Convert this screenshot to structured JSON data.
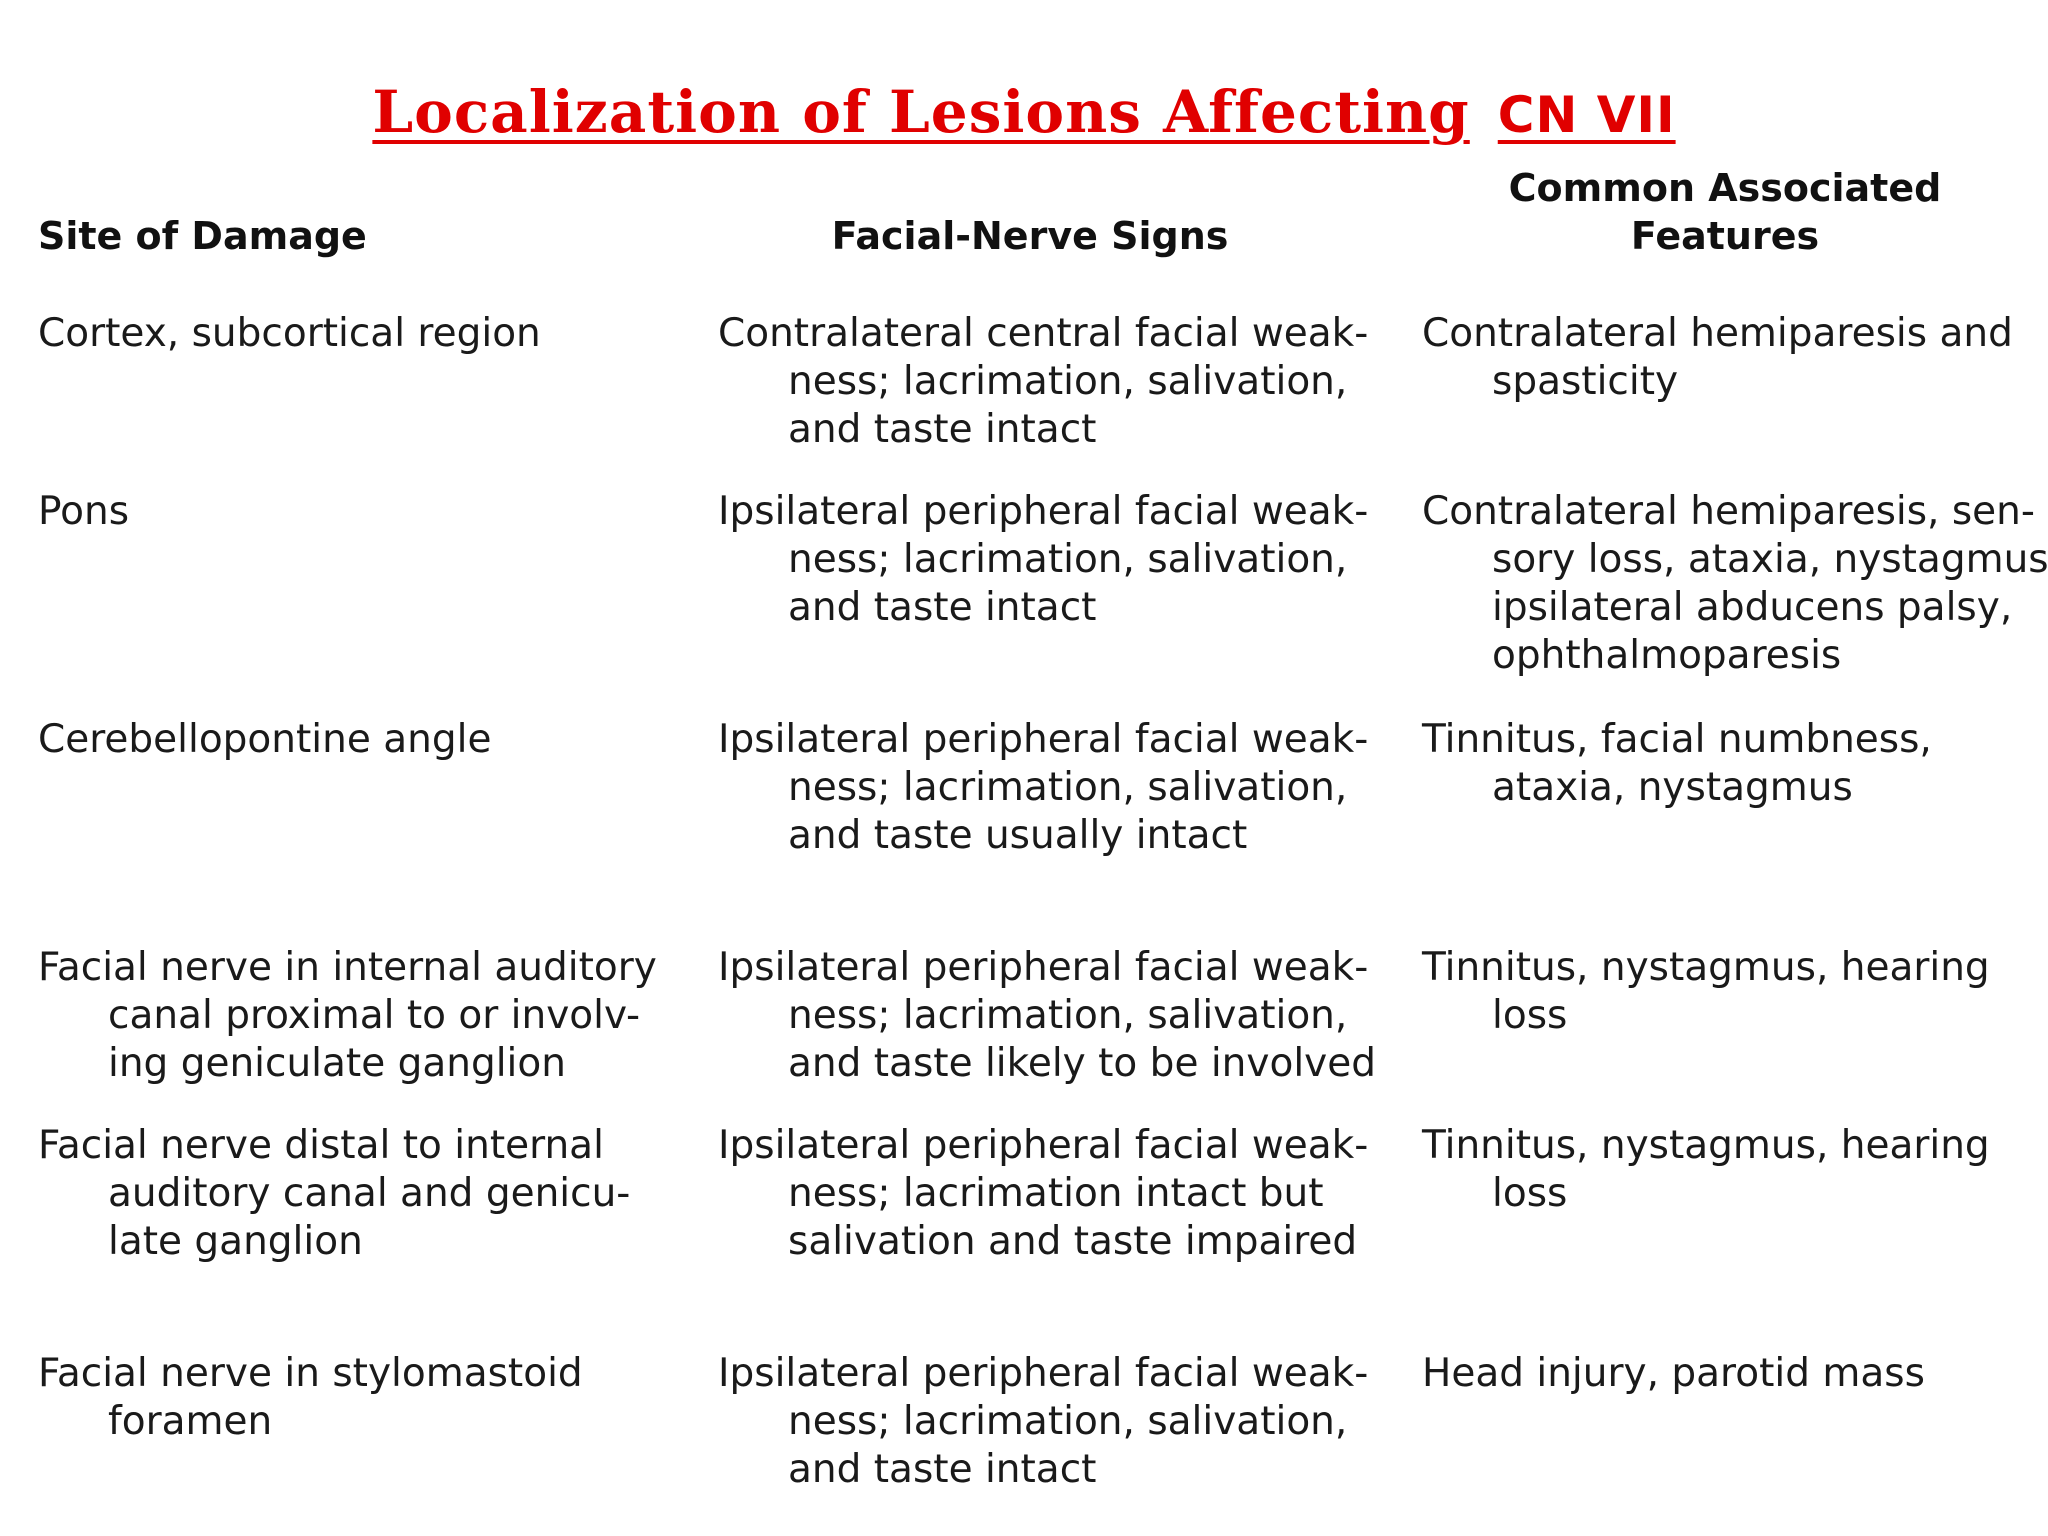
{
  "title": {
    "main": "Localization of Lesions Affecting",
    "cn": "CN VII"
  },
  "headers": {
    "site": "Site of Damage",
    "signs": "Facial-Nerve Signs",
    "features_line1": "Common Associated",
    "features_line2": "Features"
  },
  "rows": [
    {
      "site": [
        "Cortex, subcortical region"
      ],
      "signs": [
        "Contralateral central facial weak-",
        "ness; lacrimation, salivation,",
        "and taste intact"
      ],
      "features": [
        "Contralateral hemiparesis and",
        "spasticity"
      ]
    },
    {
      "site": [
        "Pons"
      ],
      "signs": [
        "Ipsilateral peripheral facial weak-",
        "ness; lacrimation, salivation,",
        "and taste intact"
      ],
      "features": [
        "Contralateral hemiparesis, sen-",
        "sory loss, ataxia, nystagmus,",
        "ipsilateral abducens palsy,",
        "ophthalmoparesis"
      ]
    },
    {
      "site": [
        "Cerebellopontine angle"
      ],
      "signs": [
        "Ipsilateral peripheral facial weak-",
        "ness; lacrimation, salivation,",
        "and taste usually intact"
      ],
      "features": [
        "Tinnitus, facial numbness,",
        "ataxia, nystagmus"
      ]
    },
    {
      "site": [
        "Facial nerve in internal auditory",
        "canal proximal to or involv-",
        "ing geniculate ganglion"
      ],
      "signs": [
        "Ipsilateral peripheral facial weak-",
        "ness; lacrimation, salivation,",
        "and taste likely to be involved"
      ],
      "features": [
        "Tinnitus, nystagmus, hearing",
        "loss"
      ]
    },
    {
      "site": [
        "Facial nerve distal to internal",
        "auditory canal and genicu-",
        "late ganglion"
      ],
      "signs": [
        "Ipsilateral peripheral facial weak-",
        "ness; lacrimation intact but",
        "salivation and taste impaired"
      ],
      "features": [
        "Tinnitus, nystagmus, hearing",
        "loss"
      ]
    },
    {
      "site": [
        "Facial nerve in stylomastoid",
        "foramen"
      ],
      "signs": [
        "Ipsilateral peripheral facial weak-",
        "ness; lacrimation, salivation,",
        "and taste intact"
      ],
      "features": [
        "Head injury, parotid mass"
      ]
    }
  ]
}
